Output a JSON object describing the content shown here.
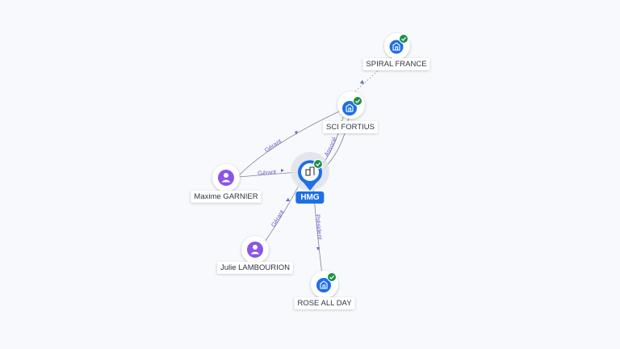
{
  "colors": {
    "company": "#1e6fe8",
    "person": "#8a56e6",
    "verified": "#1d8f4a",
    "edge": "#7e8497",
    "edge_label": "#6a5acd"
  },
  "nodes": {
    "hmg": {
      "label": "HMG",
      "type": "company",
      "icon": "building-icon",
      "verified": true
    },
    "sci_fortius": {
      "label": "SCI FORTIUS",
      "type": "company",
      "icon": "building-icon",
      "verified": true
    },
    "spiral_france": {
      "label": "SPIRAL FRANCE",
      "type": "company",
      "icon": "building-icon",
      "verified": true
    },
    "rose_all_day": {
      "label": "ROSE ALL DAY",
      "type": "company",
      "icon": "building-icon",
      "verified": true
    },
    "maxime_garnier": {
      "label": "Maxime GARNIER",
      "type": "person",
      "icon": "person-icon"
    },
    "julie_lambourion": {
      "label": "Julie LAMBOURION",
      "type": "person",
      "icon": "person-icon"
    }
  },
  "edges": {
    "maxime_sci": {
      "label": "Gérant"
    },
    "maxime_hmg": {
      "label": "Gérant"
    },
    "hmg_sci": {
      "label": "Associé"
    },
    "sci_spiral": {
      "label": ""
    },
    "julie_hmg": {
      "label": "Gérant"
    },
    "hmg_rose": {
      "label": "Président"
    }
  }
}
